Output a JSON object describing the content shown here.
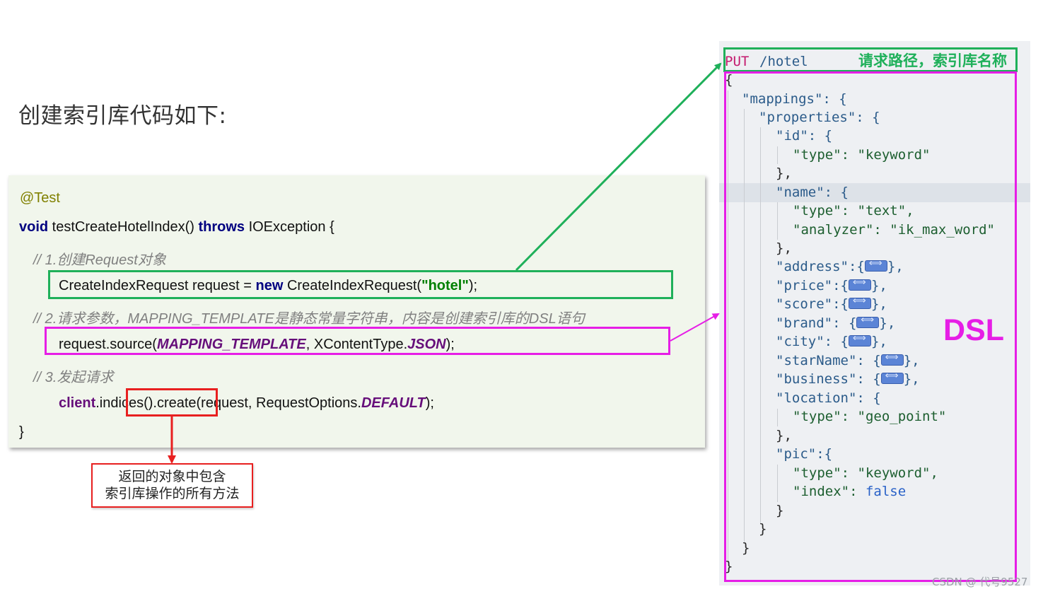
{
  "title": "创建索引库代码如下:",
  "code": {
    "annotation": "@Test",
    "method": {
      "void": "void",
      "name": " testCreateHotelIndex() ",
      "throws": "throws",
      "exception": " IOException {"
    },
    "comment1": "// 1.创建Request对象",
    "line1": {
      "prefix": "CreateIndexRequest request = ",
      "new": "new",
      "middle": " CreateIndexRequest(",
      "string": "\"hotel\"",
      "suffix": ");"
    },
    "comment2": "// 2.请求参数，MAPPING_TEMPLATE是静态常量字符串，内容是创建索引库的DSL语句",
    "line2": {
      "prefix": "request.source(",
      "constant": "MAPPING_TEMPLATE",
      "middle": ", XContentType.",
      "json": "JSON",
      "suffix": ");"
    },
    "comment3": "// 3.发起请求",
    "line3": {
      "client": "client",
      "middle": ".indices().create(request, RequestOptions.",
      "default": "DEFAULT",
      "suffix": ");"
    },
    "close": "}"
  },
  "callout": {
    "line1": "返回的对象中包含",
    "line2": "索引库操作的所有方法"
  },
  "dsl": {
    "method": "PUT",
    "path": "/hotel",
    "path_label": "请求路径，索引库名称",
    "label": "DSL",
    "lines": [
      "{",
      "\"mappings\": {",
      "\"properties\": {",
      "\"id\": {",
      "\"type\": \"keyword\"",
      "},",
      "\"name\": {",
      "\"type\": \"text\",",
      "\"analyzer\": \"ik_max_word\"",
      "},",
      "\"address\":{",
      "\"price\":{",
      "\"score\":{",
      "\"brand\": {",
      "\"city\": {",
      "\"starName\": {",
      "\"business\": {",
      "\"location\": {",
      "\"type\": \"geo_point\"",
      "},",
      "\"pic\":{",
      "\"type\": \"keyword\",",
      "\"index\": ",
      "false",
      "}",
      "}",
      "}",
      "}"
    ],
    "collapsed_end": "},"
  },
  "watermark": "CSDN @ 代号9527",
  "colors": {
    "green": "#1fb05a",
    "magenta": "#e61ee6",
    "red": "#e82020"
  }
}
